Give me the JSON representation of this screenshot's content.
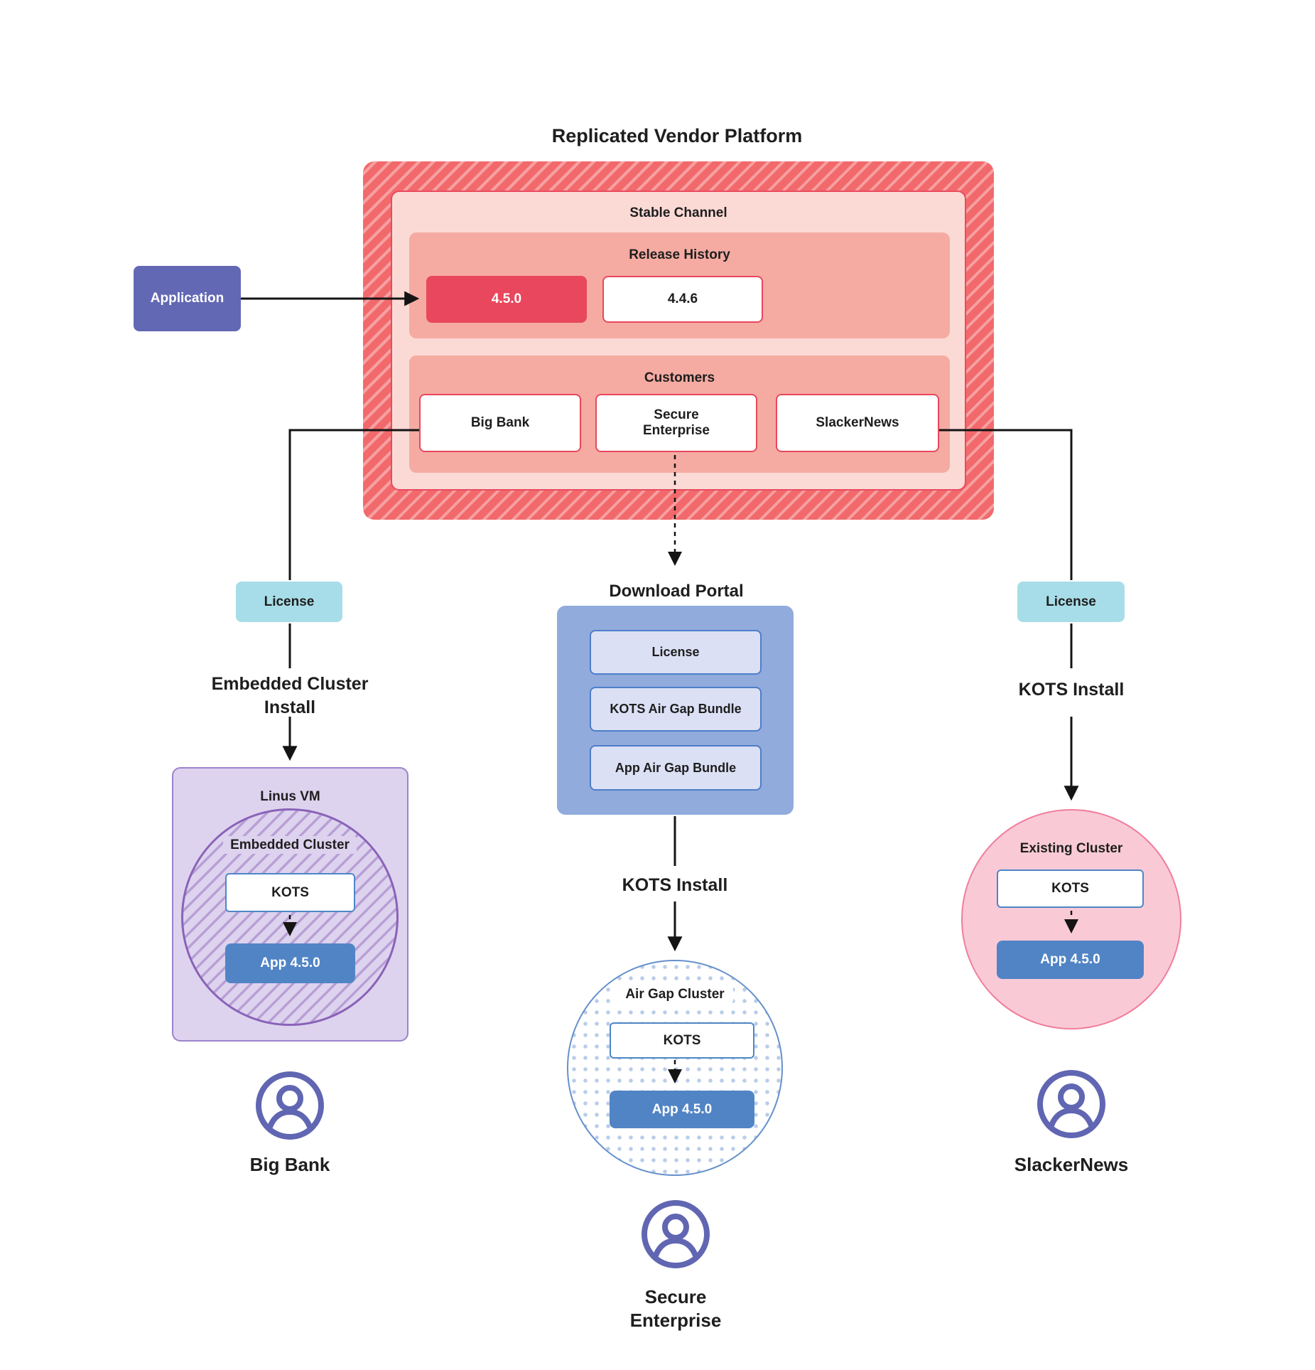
{
  "title": "Replicated Vendor Platform",
  "application_label": "Application",
  "platform": {
    "stable_channel_label": "Stable Channel",
    "release_history_label": "Release History",
    "releases": [
      {
        "version": "4.5.0",
        "highlighted": true
      },
      {
        "version": "4.4.6",
        "highlighted": false
      }
    ],
    "customers_label": "Customers",
    "customers": [
      "Big Bank",
      "Secure\nEnterprise",
      "SlackerNews"
    ]
  },
  "flows": {
    "big_bank": {
      "license_label": "License",
      "install_label": "Embedded Cluster\nInstall",
      "vm_label": "Linus VM",
      "cluster_label": "Embedded Cluster",
      "kots_label": "KOTS",
      "app_label": "App 4.5.0",
      "user_label": "Big Bank"
    },
    "secure_enterprise": {
      "portal_label": "Download Portal",
      "portal_items": [
        "License",
        "KOTS Air Gap Bundle",
        "App Air Gap Bundle"
      ],
      "install_label": "KOTS Install",
      "cluster_label": "Air Gap Cluster",
      "kots_label": "KOTS",
      "app_label": "App 4.5.0",
      "user_label": "Secure\nEnterprise"
    },
    "slackernews": {
      "license_label": "License",
      "install_label": "KOTS Install",
      "cluster_label": "Existing Cluster",
      "kots_label": "KOTS",
      "app_label": "App 4.5.0",
      "user_label": "SlackerNews"
    }
  },
  "colors": {
    "platform_red": "#e8475d",
    "hatch_red": "#f2696c",
    "hatch_stripe": "#f6a0a1",
    "stable_bg": "#fbdad6",
    "section_bg": "#f5aba2",
    "application_purple": "#6268b4",
    "license_teal": "#a7dde8",
    "portal_blue": "#91abdc",
    "bundle_bg": "#dbe0f5",
    "bundle_border": "#4d7ec9",
    "vm_bg": "#ddd3ee",
    "vm_border": "#9b83cb",
    "embedded_cluster_purple": "#8a62b8",
    "kots_border": "#4d86c7",
    "app_blue": "#5184c5",
    "air_gap_border": "#6590cb",
    "air_gap_dot": "#b9cde9",
    "existing_bg": "#f9cad6",
    "existing_border": "#f07d9c",
    "person_indigo": "#6066b2",
    "line_black": "#141414"
  }
}
